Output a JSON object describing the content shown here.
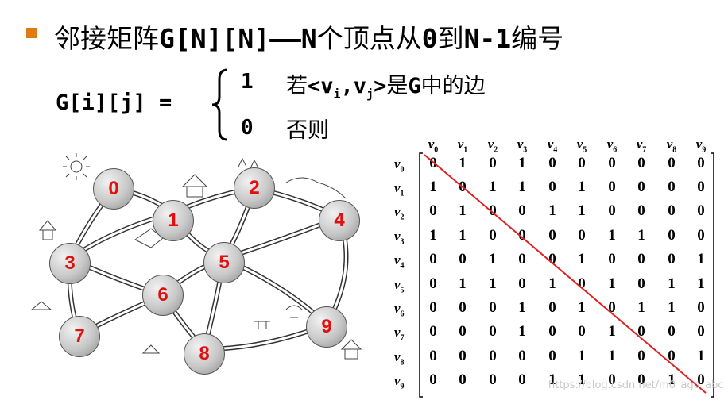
{
  "title": {
    "prefix": "邻接矩阵",
    "code": "G[N][N]——N",
    "middle": "个顶点从",
    "zero": "0",
    "to": "到",
    "last": "N-1",
    "suffix": "编号"
  },
  "definition": {
    "lhs": "G[i][j] =",
    "one": "1",
    "zero": "0",
    "cond_prefix": "若",
    "cond_open": "<v",
    "cond_i": "i",
    "cond_comma": ",v",
    "cond_j": "j",
    "cond_close": ">",
    "cond_is": "是",
    "cond_g": "G",
    "cond_suffix": "中的边",
    "otherwise": "否则"
  },
  "graph": {
    "nodes": [
      "0",
      "1",
      "2",
      "3",
      "4",
      "5",
      "6",
      "7",
      "8",
      "9"
    ]
  },
  "matrix": {
    "headers": [
      "v0",
      "v1",
      "v2",
      "v3",
      "v4",
      "v5",
      "v6",
      "v7",
      "v8",
      "v9"
    ],
    "rows": [
      [
        0,
        1,
        0,
        1,
        0,
        0,
        0,
        0,
        0,
        0
      ],
      [
        1,
        0,
        1,
        1,
        0,
        1,
        0,
        0,
        0,
        0
      ],
      [
        0,
        1,
        0,
        0,
        1,
        1,
        0,
        0,
        0,
        0
      ],
      [
        1,
        1,
        0,
        0,
        0,
        0,
        1,
        1,
        0,
        0
      ],
      [
        0,
        0,
        1,
        0,
        0,
        1,
        0,
        0,
        0,
        1
      ],
      [
        0,
        1,
        1,
        0,
        1,
        0,
        1,
        0,
        1,
        1
      ],
      [
        0,
        0,
        0,
        1,
        0,
        1,
        0,
        1,
        1,
        0
      ],
      [
        0,
        0,
        0,
        1,
        0,
        0,
        1,
        0,
        0,
        0
      ],
      [
        0,
        0,
        0,
        0,
        0,
        1,
        1,
        0,
        0,
        1
      ],
      [
        0,
        0,
        0,
        0,
        1,
        1,
        0,
        0,
        1,
        0
      ]
    ],
    "diagonal_color": "#e02020"
  },
  "watermark": "https://blog.csdn.net/m0_ago_abc",
  "colors": {
    "bullet": "#e07a16",
    "node_label": "#e01010"
  }
}
